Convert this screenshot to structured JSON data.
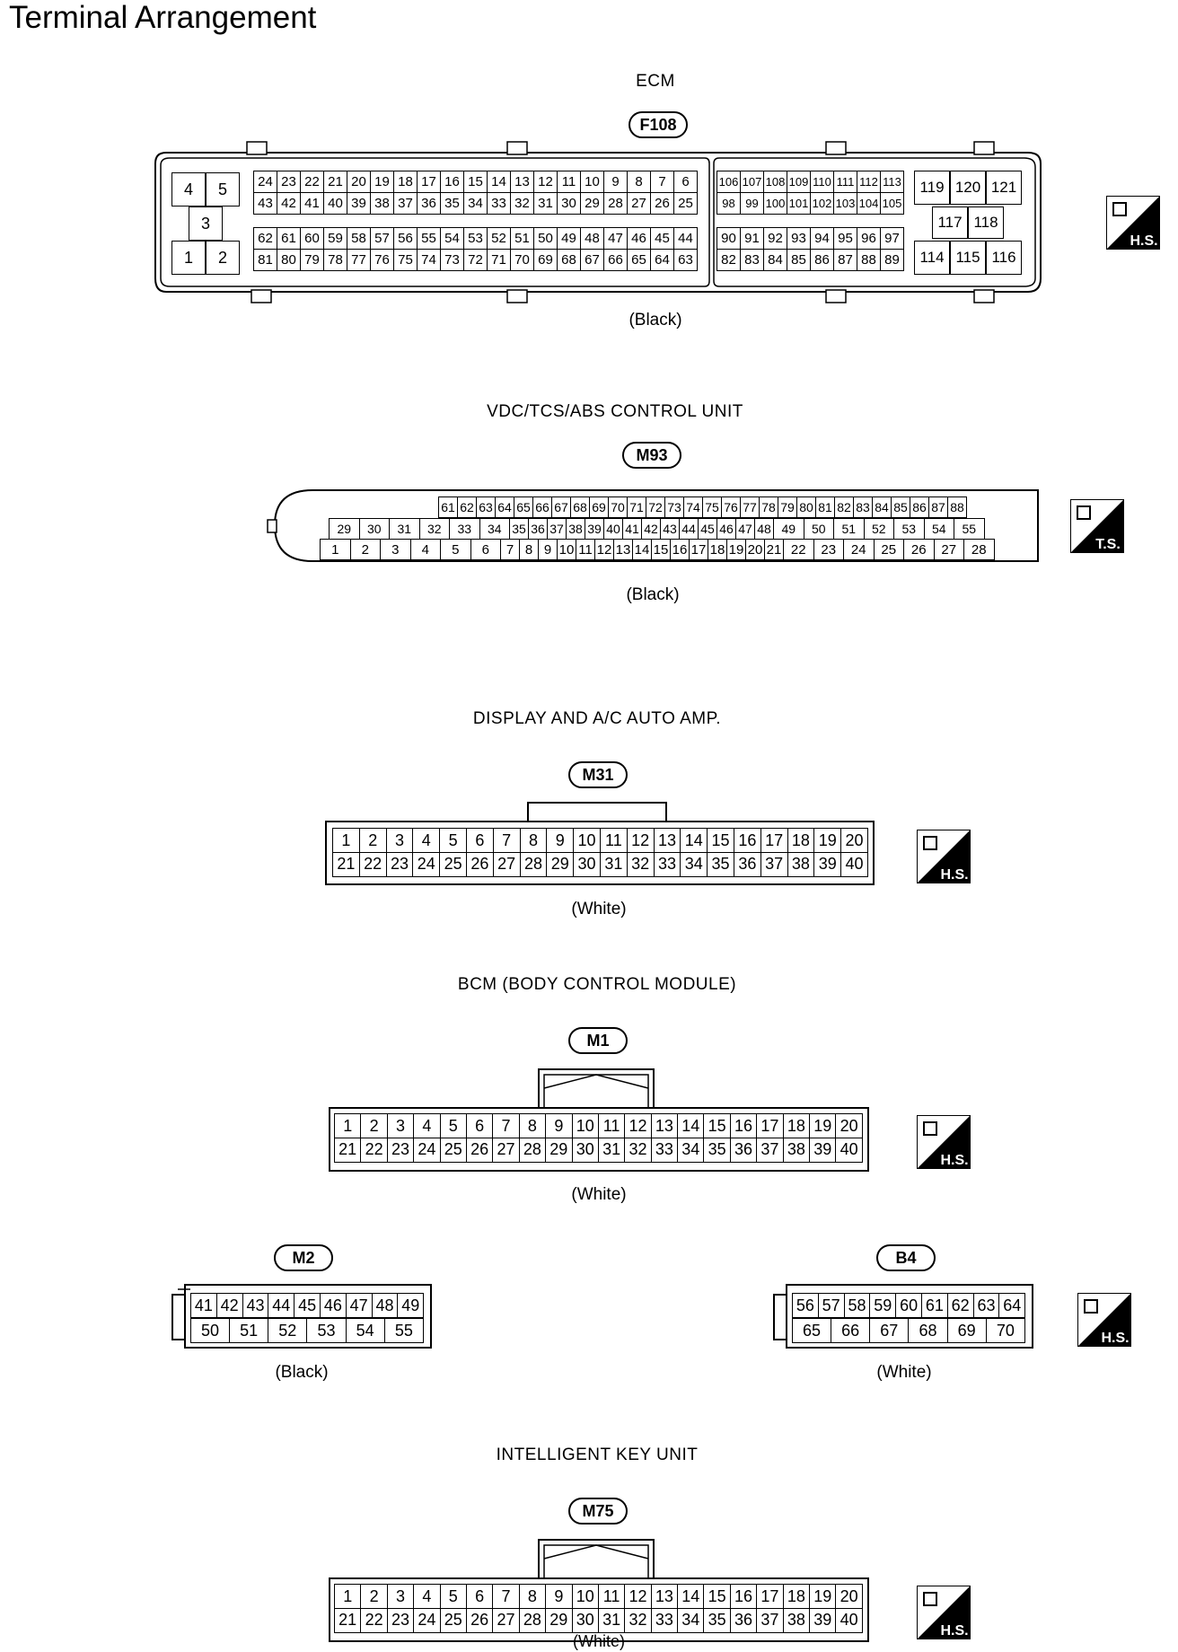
{
  "page": {
    "title": "Terminal Arrangement"
  },
  "connectors": {
    "ecm": {
      "name": "ECM",
      "id": "F108",
      "color": "(Black)",
      "power_pins": [
        "4",
        "5",
        "3",
        "1",
        "2"
      ],
      "blocks": [
        {
          "rows": [
            [
              "24",
              "23",
              "22",
              "21",
              "20",
              "19",
              "18",
              "17",
              "16",
              "15",
              "14",
              "13",
              "12",
              "11",
              "10",
              "9",
              "8",
              "7",
              "6"
            ],
            [
              "43",
              "42",
              "41",
              "40",
              "39",
              "38",
              "37",
              "36",
              "35",
              "34",
              "33",
              "32",
              "31",
              "30",
              "29",
              "28",
              "27",
              "26",
              "25"
            ]
          ]
        },
        {
          "rows": [
            [
              "62",
              "61",
              "60",
              "59",
              "58",
              "57",
              "56",
              "55",
              "54",
              "53",
              "52",
              "51",
              "50",
              "49",
              "48",
              "47",
              "46",
              "45",
              "44"
            ],
            [
              "81",
              "80",
              "79",
              "78",
              "77",
              "76",
              "75",
              "74",
              "73",
              "72",
              "71",
              "70",
              "69",
              "68",
              "67",
              "66",
              "65",
              "64",
              "63"
            ]
          ]
        },
        {
          "rows": [
            [
              "106",
              "107",
              "108",
              "109",
              "110",
              "111",
              "112",
              "113"
            ],
            [
              "98",
              "99",
              "100",
              "101",
              "102",
              "103",
              "104",
              "105"
            ]
          ]
        },
        {
          "rows": [
            [
              "90",
              "91",
              "92",
              "93",
              "94",
              "95",
              "96",
              "97"
            ],
            [
              "82",
              "83",
              "84",
              "85",
              "86",
              "87",
              "88",
              "89"
            ]
          ]
        }
      ],
      "right_pins": [
        "119",
        "120",
        "121",
        "117",
        "118",
        "114",
        "115",
        "116"
      ]
    },
    "vdc": {
      "name": "VDC/TCS/ABS CONTROL UNIT",
      "id": "M93",
      "color": "(Black)",
      "rows": [
        [
          "61",
          "62",
          "63",
          "64",
          "65",
          "66",
          "67",
          "68",
          "69",
          "70",
          "71",
          "72",
          "73",
          "74",
          "75",
          "76",
          "77",
          "78",
          "79",
          "80",
          "81",
          "82",
          "83",
          "84",
          "85",
          "86",
          "87",
          "88"
        ],
        [
          "29",
          "30",
          "31",
          "32",
          "33",
          "34",
          "35",
          "36",
          "37",
          "38",
          "39",
          "40",
          "41",
          "42",
          "43",
          "44",
          "45",
          "46",
          "47",
          "48",
          "49",
          "50",
          "51",
          "52",
          "53",
          "54",
          "55"
        ],
        [
          "1",
          "2",
          "3",
          "4",
          "5",
          "6",
          "7",
          "8",
          "9",
          "10",
          "11",
          "12",
          "13",
          "14",
          "15",
          "16",
          "17",
          "18",
          "19",
          "20",
          "21",
          "22",
          "23",
          "24",
          "25",
          "26",
          "27",
          "28"
        ]
      ]
    },
    "display_amp": {
      "name": "DISPLAY AND A/C AUTO AMP.",
      "id": "M31",
      "color": "(White)",
      "rows": [
        [
          "1",
          "2",
          "3",
          "4",
          "5",
          "6",
          "7",
          "8",
          "9",
          "10",
          "11",
          "12",
          "13",
          "14",
          "15",
          "16",
          "17",
          "18",
          "19",
          "20"
        ],
        [
          "21",
          "22",
          "23",
          "24",
          "25",
          "26",
          "27",
          "28",
          "29",
          "30",
          "31",
          "32",
          "33",
          "34",
          "35",
          "36",
          "37",
          "38",
          "39",
          "40"
        ]
      ]
    },
    "bcm": {
      "name": "BCM (BODY CONTROL MODULE)",
      "id": "M1",
      "color": "(White)",
      "rows": [
        [
          "1",
          "2",
          "3",
          "4",
          "5",
          "6",
          "7",
          "8",
          "9",
          "10",
          "11",
          "12",
          "13",
          "14",
          "15",
          "16",
          "17",
          "18",
          "19",
          "20"
        ],
        [
          "21",
          "22",
          "23",
          "24",
          "25",
          "26",
          "27",
          "28",
          "29",
          "30",
          "31",
          "32",
          "33",
          "34",
          "35",
          "36",
          "37",
          "38",
          "39",
          "40"
        ]
      ]
    },
    "m2": {
      "id": "M2",
      "color": "(Black)",
      "rows": [
        [
          "41",
          "42",
          "43",
          "44",
          "45",
          "46",
          "47",
          "48",
          "49"
        ],
        [
          "50",
          "51",
          "52",
          "53",
          "54",
          "55"
        ]
      ]
    },
    "b4": {
      "id": "B4",
      "color": "(White)",
      "rows": [
        [
          "56",
          "57",
          "58",
          "59",
          "60",
          "61",
          "62",
          "63",
          "64"
        ],
        [
          "65",
          "66",
          "67",
          "68",
          "69",
          "70"
        ]
      ]
    },
    "ikey": {
      "name": "INTELLIGENT KEY UNIT",
      "id": "M75",
      "color": "(White)",
      "rows": [
        [
          "1",
          "2",
          "3",
          "4",
          "5",
          "6",
          "7",
          "8",
          "9",
          "10",
          "11",
          "12",
          "13",
          "14",
          "15",
          "16",
          "17",
          "18",
          "19",
          "20"
        ],
        [
          "21",
          "22",
          "23",
          "24",
          "25",
          "26",
          "27",
          "28",
          "29",
          "30",
          "31",
          "32",
          "33",
          "34",
          "35",
          "36",
          "37",
          "38",
          "39",
          "40"
        ]
      ]
    }
  },
  "icons": {
    "hs_label": "H.S.",
    "ts_label": "T.S."
  }
}
